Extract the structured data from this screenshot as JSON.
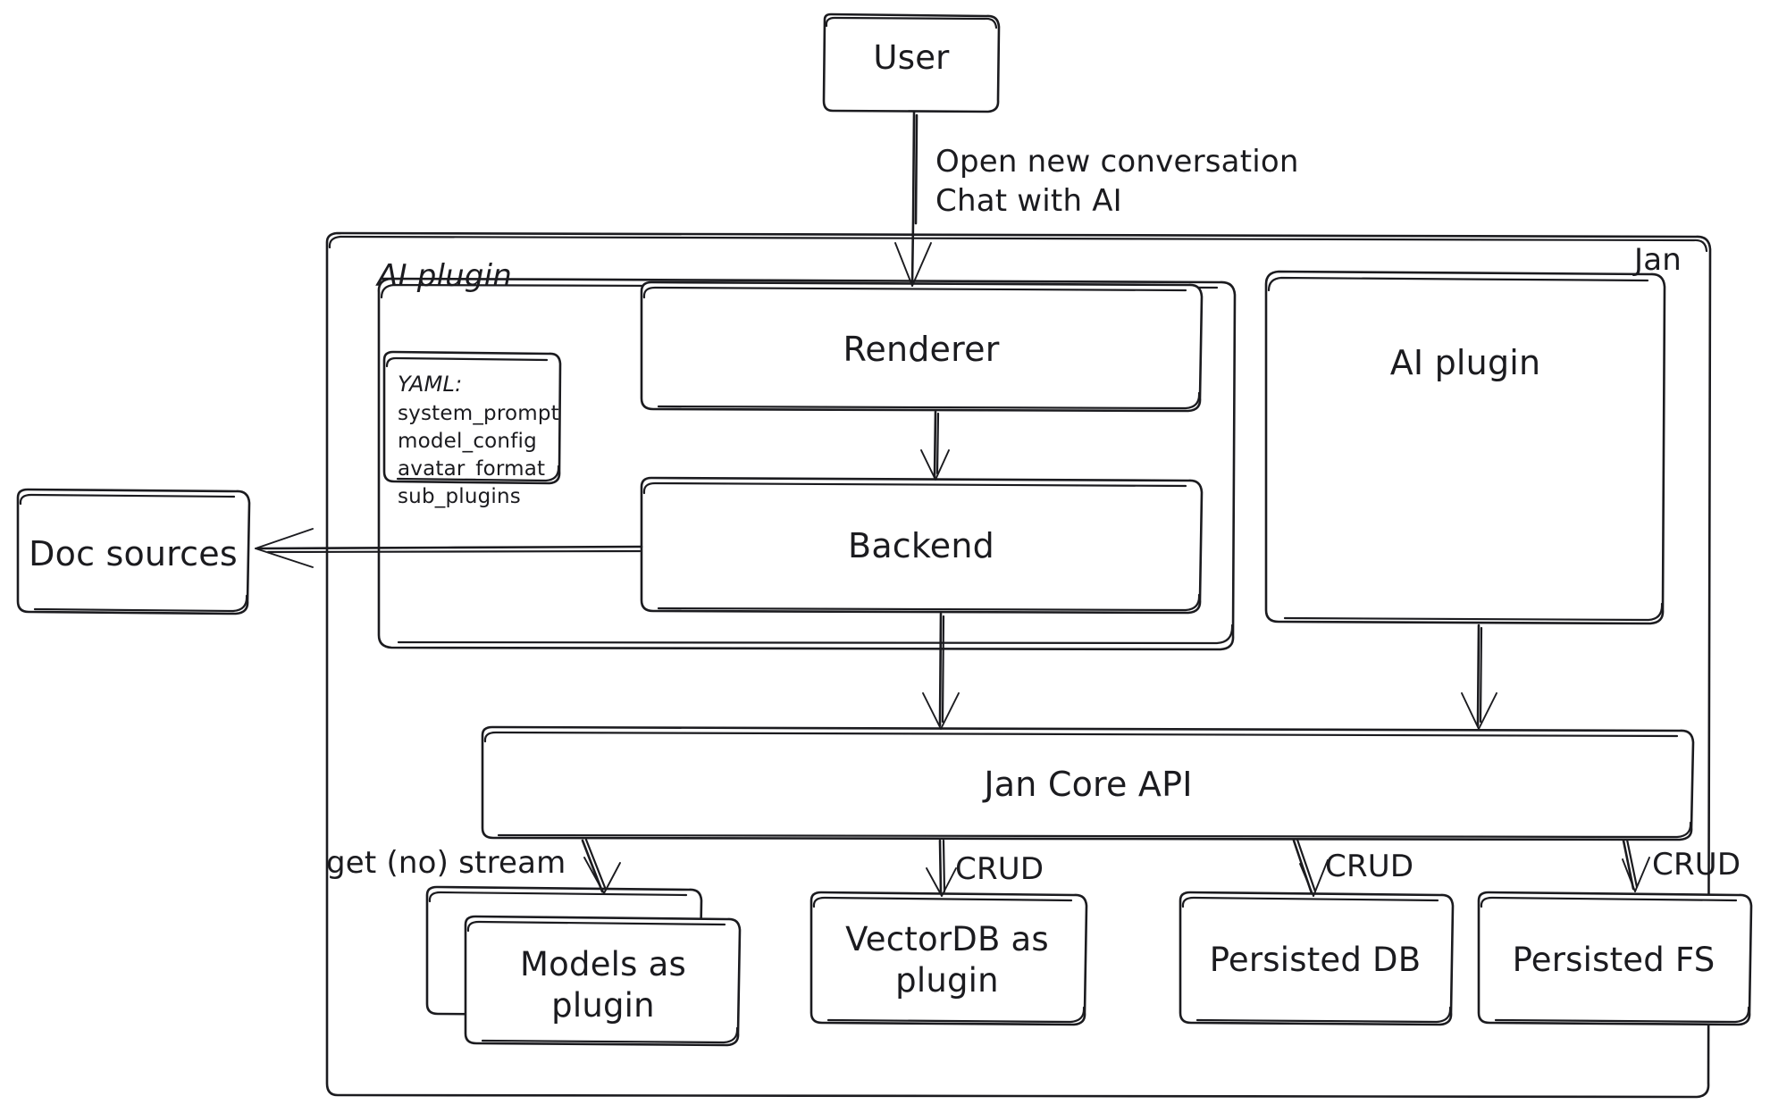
{
  "diagram": {
    "title": "Jan architecture sketch",
    "style": "hand-drawn",
    "stroke_color": "#1b1b1f",
    "background_color": "#ffffff"
  },
  "nodes": {
    "user": {
      "label": "User"
    },
    "jan_container": {
      "label": "Jan"
    },
    "ai_plugin_group": {
      "label": "AI plugin"
    },
    "renderer": {
      "label": "Renderer"
    },
    "backend": {
      "label": "Backend"
    },
    "ai_plugin_box": {
      "label": "AI plugin"
    },
    "jan_core_api": {
      "label": "Jan Core API"
    },
    "doc_sources": {
      "label": "Doc sources"
    },
    "models_plugin": {
      "label_line1": "Models as",
      "label_line2": "plugin"
    },
    "vectordb_plugin": {
      "label_line1": "VectorDB as",
      "label_line2": "plugin"
    },
    "persisted_db": {
      "label": "Persisted DB"
    },
    "persisted_fs": {
      "label": "Persisted FS"
    }
  },
  "yaml_card": {
    "heading": "YAML:",
    "keys": [
      "system_prompt",
      "model_config",
      "avatar_format",
      "sub_plugins"
    ]
  },
  "edges": {
    "user_to_renderer": {
      "line1": "Open new conversation",
      "line2": "Chat with AI"
    },
    "api_to_models": {
      "label": "get (no) stream"
    },
    "api_to_vectordb": {
      "label": "CRUD"
    },
    "api_to_persisted_db": {
      "label": "CRUD"
    },
    "api_to_persisted_fs": {
      "label": "CRUD"
    },
    "renderer_to_backend": {
      "label": ""
    },
    "backend_to_api": {
      "label": ""
    },
    "backend_to_doc_sources": {
      "label": ""
    },
    "ai_plugin_to_api": {
      "label": ""
    }
  }
}
